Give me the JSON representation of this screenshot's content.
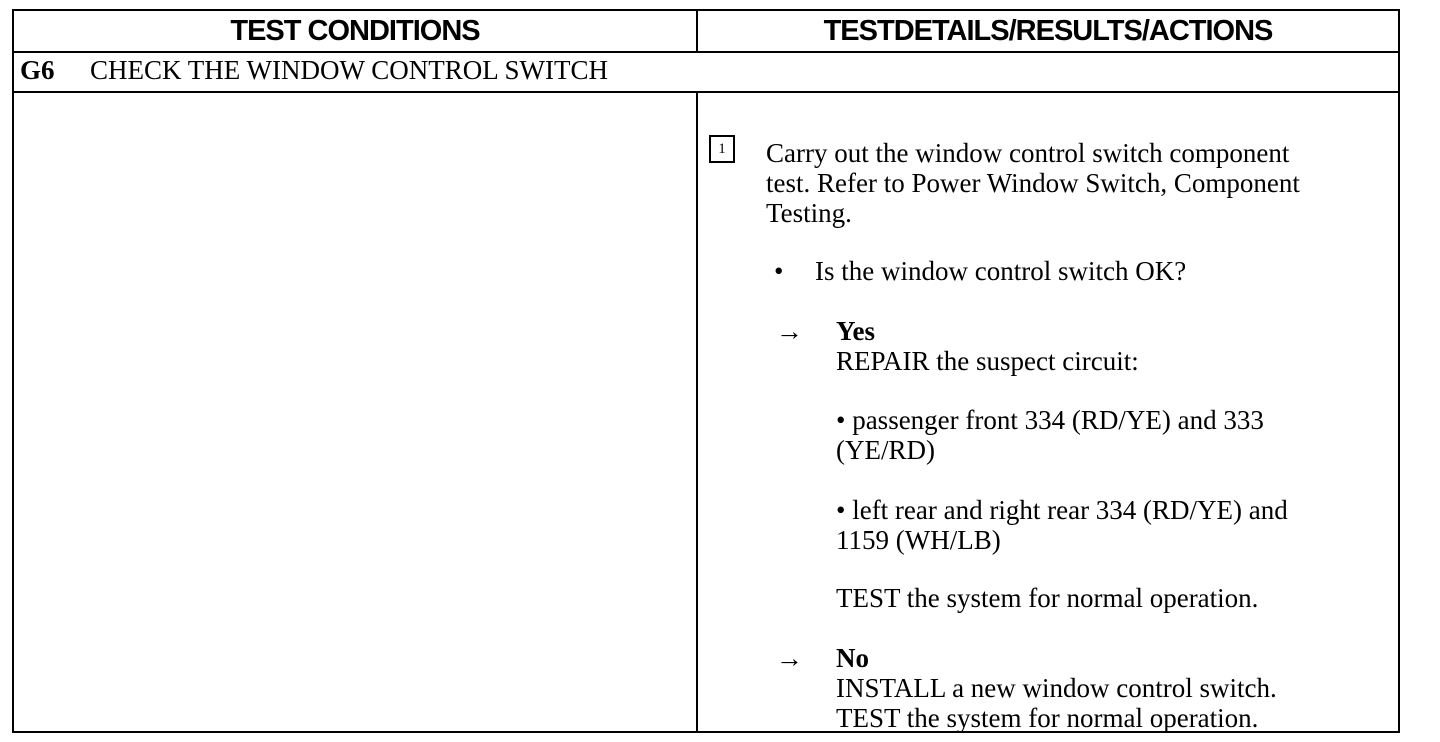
{
  "header": {
    "left_label": "TEST CONDITIONS",
    "right_label": "TESTDETAILS/RESULTS/ACTIONS"
  },
  "step": {
    "id": "G6",
    "title": "CHECK THE WINDOW CONTROL SWITCH"
  },
  "details": {
    "substep_number": "1",
    "instruction_lines": [
      "Carry out the window control switch component",
      "test. Refer to Power Window Switch, Component",
      "Testing."
    ],
    "bullet_symbol": "•",
    "question": "Is the window control switch OK?",
    "arrow_symbol": "→",
    "yes": {
      "label": "Yes",
      "action": "REPAIR the suspect circuit:",
      "circuit1_lines": [
        "• passenger front 334 (RD/YE) and 333",
        "(YE/RD)"
      ],
      "circuit2_lines": [
        "• left rear and right rear 334 (RD/YE) and",
        "1159 (WH/LB)"
      ],
      "test": "TEST the system for normal operation."
    },
    "no": {
      "label": "No",
      "action": "INSTALL a new window control switch.",
      "test": "TEST the system for normal operation."
    }
  }
}
